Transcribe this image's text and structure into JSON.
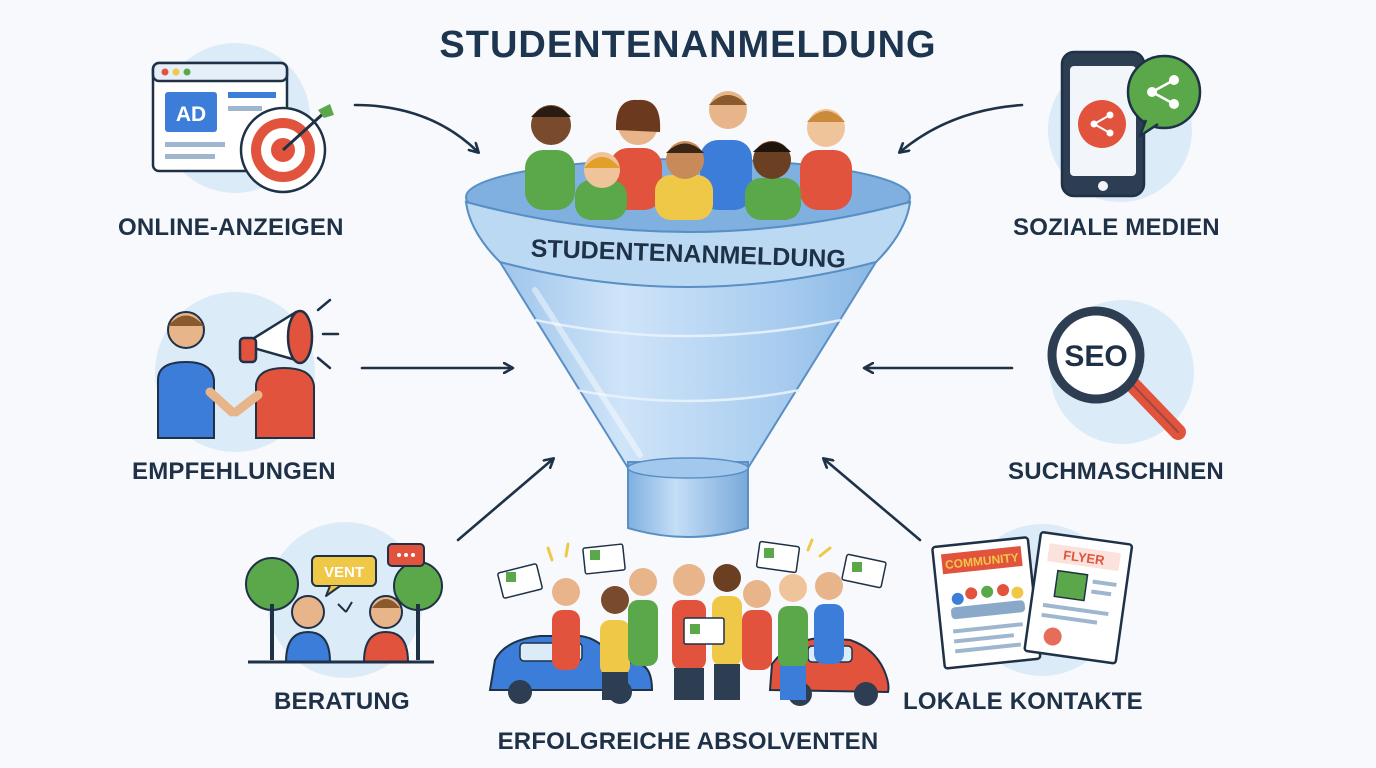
{
  "title": "STUDENTENANMELDUNG",
  "funnel_label": "STUDENTENANMELDUNG",
  "sources": {
    "online_ads": {
      "label": "ONLINE-ANZEIGEN",
      "badge": "AD",
      "icon": "browser-ad-target-icon"
    },
    "referrals": {
      "label": "EMPFEHLUNGEN",
      "icon": "megaphone-handshake-icon"
    },
    "counseling": {
      "label": "BERATUNG",
      "bubble": "VENT",
      "icon": "conversation-trees-icon"
    },
    "social_media": {
      "label": "SOZIALE MEDIEN",
      "icon": "phone-share-icon"
    },
    "search_engines": {
      "label": "SUCHMASCHINEN",
      "badge": "SEO",
      "icon": "magnifier-seo-icon"
    },
    "local_contacts": {
      "label": "LOKALE KONTAKTE",
      "flyer_left": "COMMUNITY",
      "flyer_right": "FLYER",
      "icon": "community-flyers-icon"
    }
  },
  "output": {
    "label": "ERFOLGREICHE ABSOLVENTEN",
    "icon": "celebrating-graduates-icon"
  },
  "colors": {
    "text": "#1f3147",
    "funnel": "#a9cdf0",
    "funnel_edge": "#5a8fc4",
    "accent_red": "#e2533d",
    "accent_blue": "#3b7dd8",
    "accent_green": "#5aa84a",
    "circle_bg": "#dcebf8",
    "arrow": "#1f3147"
  }
}
